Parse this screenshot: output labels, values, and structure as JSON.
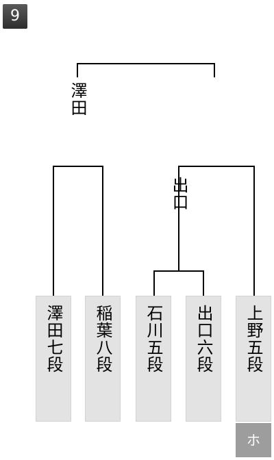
{
  "round_badge": "9",
  "bracket": {
    "final_winner": "澤田",
    "semifinal_winner": "出口"
  },
  "players": [
    {
      "name": "澤田七段"
    },
    {
      "name": "稲葉八段"
    },
    {
      "name": "石川五段"
    },
    {
      "name": "出口六段"
    },
    {
      "name": "上野五段"
    }
  ],
  "seed_badge": "ホ",
  "colors": {
    "card_bg": "#e3e3e3",
    "seed_bg": "#9d9d9d",
    "badge_bg": "#3c3c3c",
    "line": "#000000"
  }
}
